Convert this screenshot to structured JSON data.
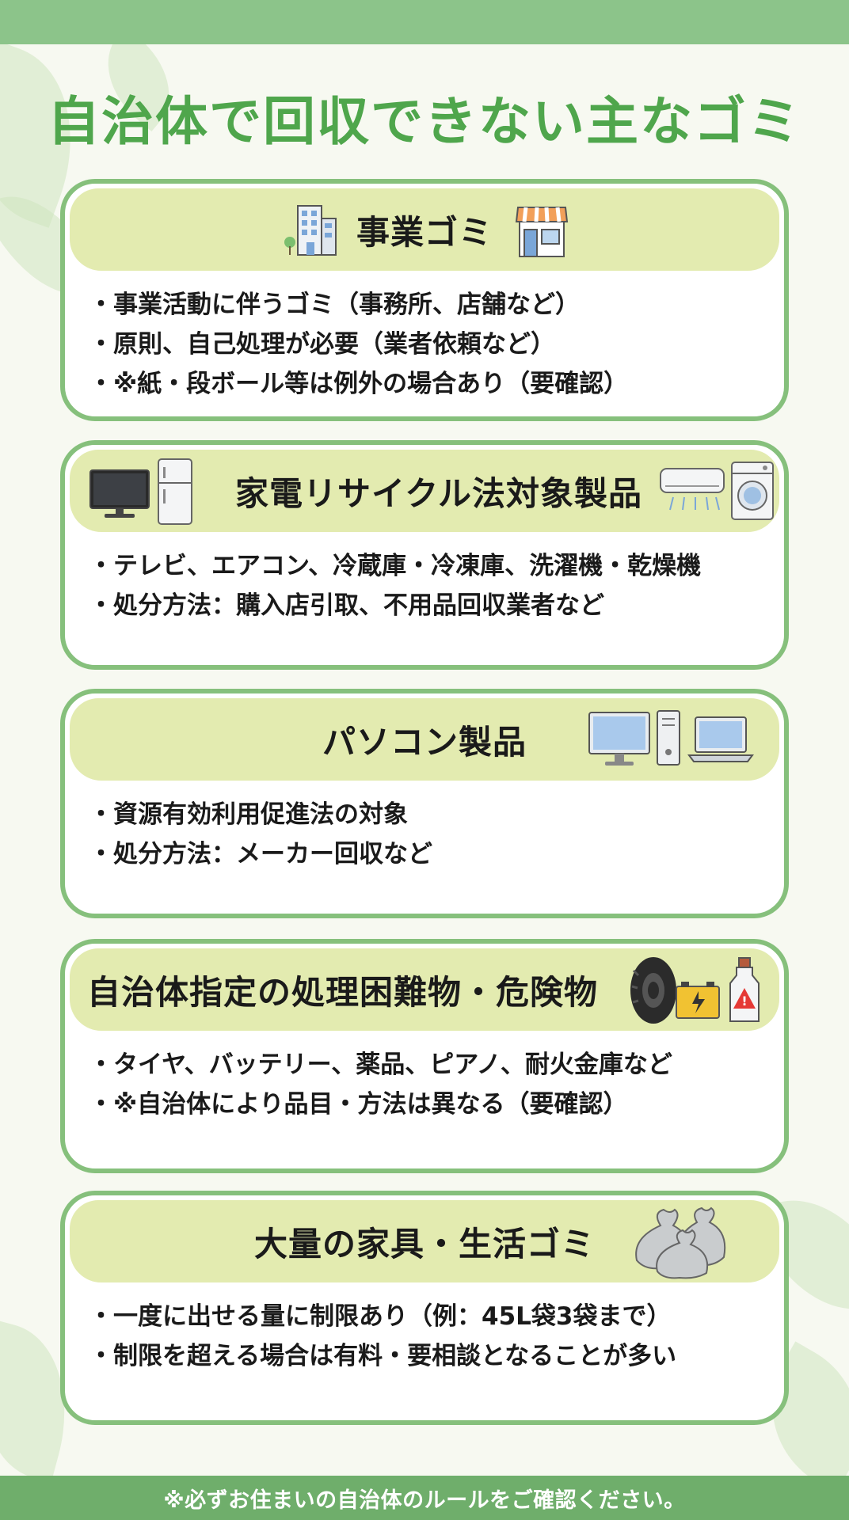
{
  "title": "自治体で回収できない主なゴミ",
  "cards": [
    {
      "heading": "事業ゴミ",
      "items": [
        "事業活動に伴うゴミ（事務所、店舗など）",
        "原則、自己処理が必要（業者依頼など）",
        "※紙・段ボール等は例外の場合あり（要確認）"
      ],
      "icons": [
        "office-building-icon",
        "shop-icon"
      ]
    },
    {
      "heading": "家電リサイクル法対象製品",
      "items": [
        "テレビ、エアコン、冷蔵庫・冷凍庫、洗濯機・乾燥機",
        "処分方法：購入店引取、不用品回収業者など"
      ],
      "icons": [
        "television-icon",
        "refrigerator-icon",
        "air-conditioner-icon",
        "washing-machine-icon"
      ]
    },
    {
      "heading": "パソコン製品",
      "items": [
        "資源有効利用促進法の対象",
        "処分方法：メーカー回収など"
      ],
      "icons": [
        "desktop-monitor-icon",
        "pc-tower-icon",
        "laptop-icon"
      ]
    },
    {
      "heading": "自治体指定の処理困難物・危険物",
      "items": [
        "タイヤ、バッテリー、薬品、ピアノ、耐火金庫など",
        "※自治体により品目・方法は異なる（要確認）"
      ],
      "icons": [
        "tire-icon",
        "battery-icon",
        "chemical-bottle-icon"
      ]
    },
    {
      "heading": "大量の家具・生活ゴミ",
      "items": [
        "一度に出せる量に制限あり（例：45L袋3袋まで）",
        "制限を超える場合は有料・要相談となることが多い"
      ],
      "icons": [
        "garbage-bags-icon"
      ]
    }
  ],
  "footer": "※必ずお住まいの自治体のルールをご確認ください。",
  "colors": {
    "accent": "#4fa64c",
    "border": "#86c07c",
    "header_fill": "#e3ebb0",
    "bar": "#6fae6b"
  }
}
